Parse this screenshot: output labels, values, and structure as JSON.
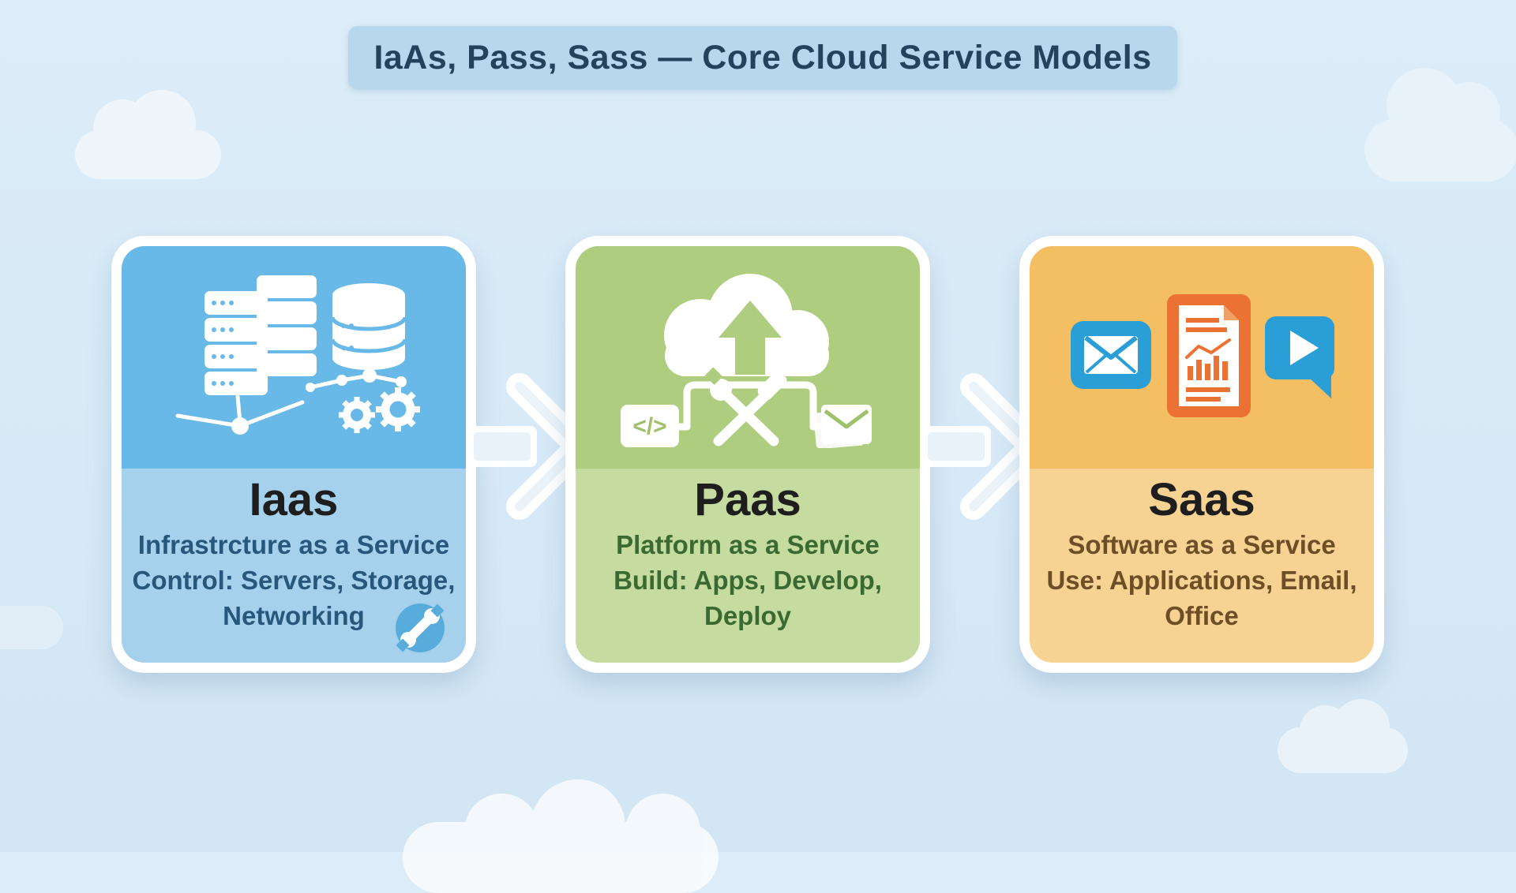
{
  "title": {
    "text": "IaAs, Pass, Sass — Core Cloud Service Models",
    "bar_color": "#b7d8ec",
    "text_color": "#24425c"
  },
  "background": {
    "color": "#d7e9f6",
    "decorations": [
      "cloud-icon-top-left",
      "cloud-icon-top-right",
      "cloud-icon-bottom-right",
      "cloud-icon-bottom-center",
      "cloud-icon-left-edge"
    ]
  },
  "cards": [
    {
      "id": "iaas",
      "title": "Iaas",
      "subtitle": "Infrastrcture as a Service",
      "detail_lines": [
        "Control: Servers, Storage,",
        "Networking"
      ],
      "colors": {
        "top": "#68b9e8",
        "bottom": "#a6d1ec",
        "text": "#27587b"
      },
      "icons": [
        "server-stack-icon",
        "database-icon",
        "network-nodes-icon",
        "gears-icon",
        "wrench-badge-icon"
      ]
    },
    {
      "id": "paas",
      "title": "Paas",
      "subtitle": "Platform as a Service",
      "detail_lines": [
        "Build: Apps, Develop,",
        "Deploy"
      ],
      "colors": {
        "top": "#aecd7f",
        "bottom": "#c6db9f",
        "text": "#3a6a31"
      },
      "icons": [
        "cloud-upload-icon",
        "code-icon",
        "tools-icon",
        "mail-icon"
      ]
    },
    {
      "id": "saas",
      "title": "Saas",
      "subtitle": "Software as a Service",
      "detail_lines": [
        "Use: Applications, Email,",
        "Office"
      ],
      "colors": {
        "top": "#f4be62",
        "bottom": "#f6d393",
        "text": "#6d4e27"
      },
      "icons": [
        "email-app-icon",
        "document-app-icon",
        "chat-app-icon"
      ],
      "accent_colors": {
        "app_blue": "#2a9ed6",
        "app_orange": "#ec7234"
      }
    }
  ],
  "arrows": {
    "icon": "arrow-right-icon",
    "count": 2,
    "color": "#ffffff"
  }
}
